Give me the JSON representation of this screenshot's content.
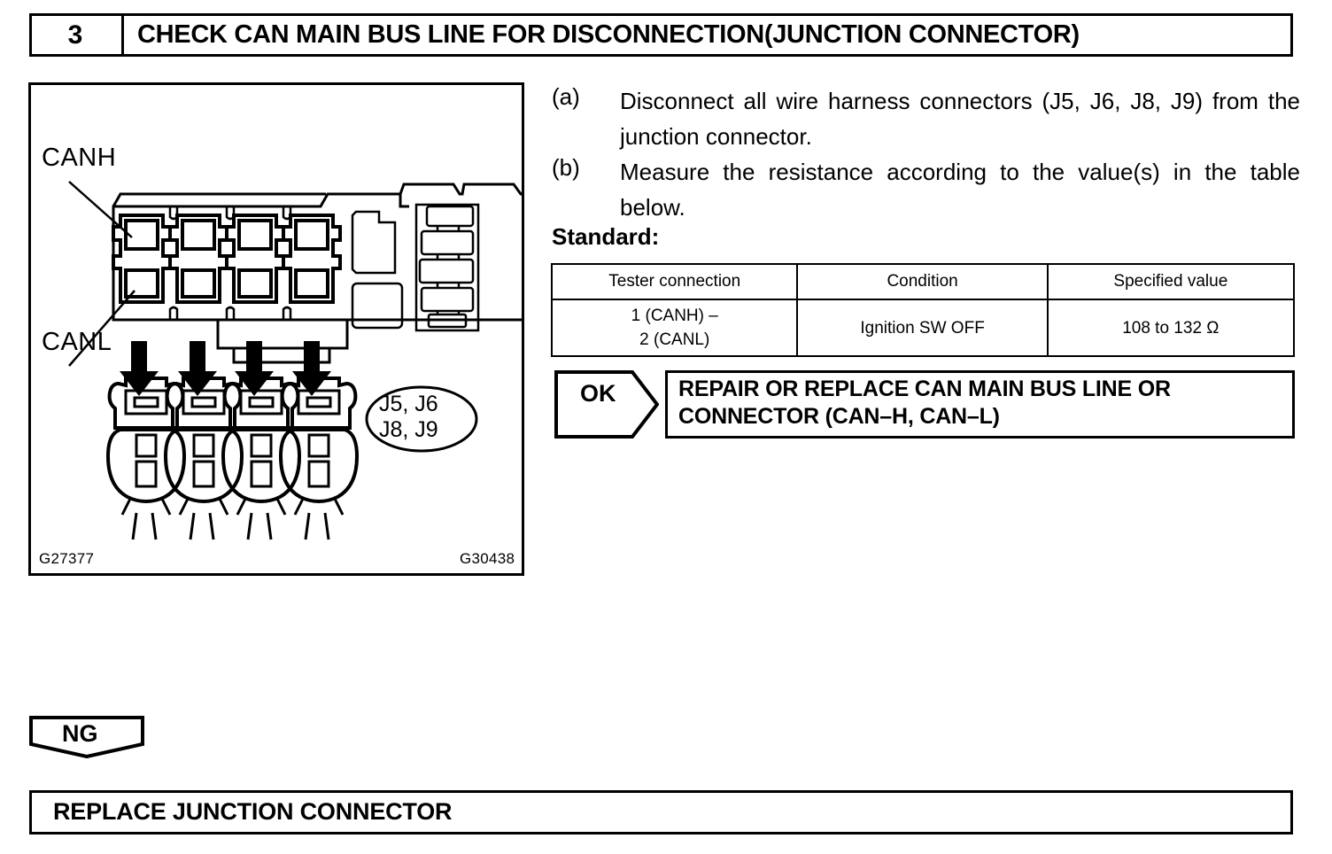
{
  "step": {
    "number": "3",
    "title": "CHECK CAN MAIN BUS LINE FOR DISCONNECTION(JUNCTION CONNECTOR)"
  },
  "procedure": [
    {
      "marker": "(a)",
      "text": "Disconnect all wire harness connectors (J5, J6, J8, J9) from the junction connector."
    },
    {
      "marker": "(b)",
      "text": "Measure the resistance according to the value(s) in the table below."
    }
  ],
  "standard_label": "Standard:",
  "spec_table": {
    "headers": [
      "Tester connection",
      "Condition",
      "Specified value"
    ],
    "rows": [
      {
        "tester_line1": "1 (CANH) –",
        "tester_line2": "2 (CANL)",
        "condition": "Ignition SW OFF",
        "specified_value": "108 to 132 Ω"
      }
    ]
  },
  "illustration": {
    "label_canh": "CANH",
    "label_canl": "CANL",
    "connector_group_line1": "J5, J6",
    "connector_group_line2": "J8, J9",
    "figure_code_left": "G27377",
    "figure_code_right": "G30438"
  },
  "results": {
    "ok": {
      "badge": "OK",
      "text_line1": "REPAIR OR REPLACE CAN MAIN BUS LINE OR",
      "text_line2": "CONNECTOR (CAN–H, CAN–L)"
    },
    "ng": {
      "badge": "NG",
      "text": "REPLACE JUNCTION CONNECTOR"
    }
  },
  "colors": {
    "ink": "#000000",
    "paper": "#ffffff"
  }
}
